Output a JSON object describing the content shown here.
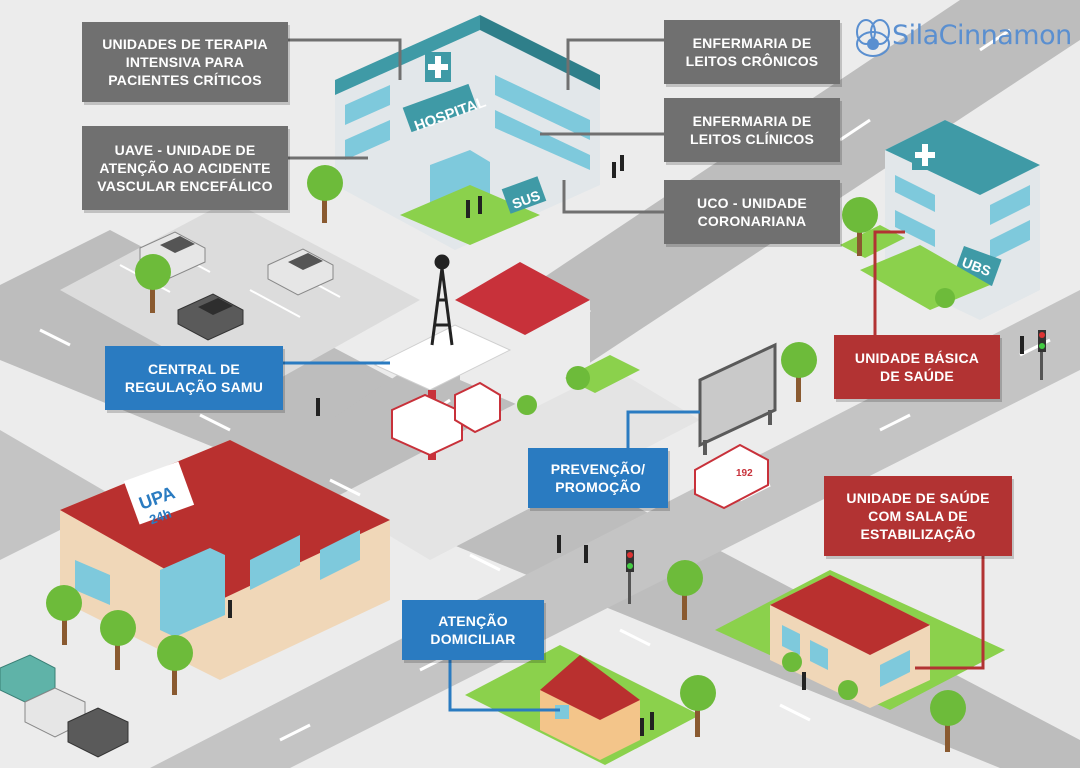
{
  "brand": {
    "name": "SilaCinnamon"
  },
  "signs": {
    "hospital": "HOSPITAL",
    "sus": "SUS",
    "ubs": "UBS",
    "upa": "UPA",
    "upa_hours": "24h",
    "ambulance": "192"
  },
  "labels": {
    "uti": {
      "lines": [
        "UNIDADES DE TERAPIA",
        "INTENSIVA PARA",
        "PACIENTES CRÍTICOS"
      ]
    },
    "uave": {
      "lines": [
        "UAVE - UNIDADE DE",
        "ATENÇÃO AO ACIDENTE",
        "VASCULAR ENCEFÁLICO"
      ]
    },
    "cronicos": {
      "lines": [
        "ENFERMARIA DE",
        "LEITOS CRÔNICOS"
      ]
    },
    "clinicos": {
      "lines": [
        "ENFERMARIA DE",
        "LEITOS CLÍNICOS"
      ]
    },
    "uco": {
      "lines": [
        "UCO - UNIDADE",
        "CORONARIANA"
      ]
    },
    "samu": {
      "lines": [
        "CENTRAL DE",
        "REGULAÇÃO SAMU"
      ]
    },
    "ubs": {
      "lines": [
        "UNIDADE BÁSICA",
        "DE SAÚDE"
      ]
    },
    "prevencao": {
      "lines": [
        "PREVENÇÃO/",
        "PROMOÇÃO"
      ]
    },
    "estabilizacao": {
      "lines": [
        "UNIDADE DE SAÚDE",
        "COM SALA DE",
        "ESTABILIZAÇÃO"
      ]
    },
    "domiciliar": {
      "lines": [
        "ATENÇÃO",
        "DOMICILIAR"
      ]
    }
  },
  "colors": {
    "gray_label": "#707070",
    "blue_label": "#2a7bc1",
    "red_label": "#b23333",
    "road": "#bdbdbd",
    "grass": "#8bd14c",
    "hospital_wall": "#e2e7ea",
    "glass": "#7ec9dc",
    "roof_red": "#c8313a"
  }
}
